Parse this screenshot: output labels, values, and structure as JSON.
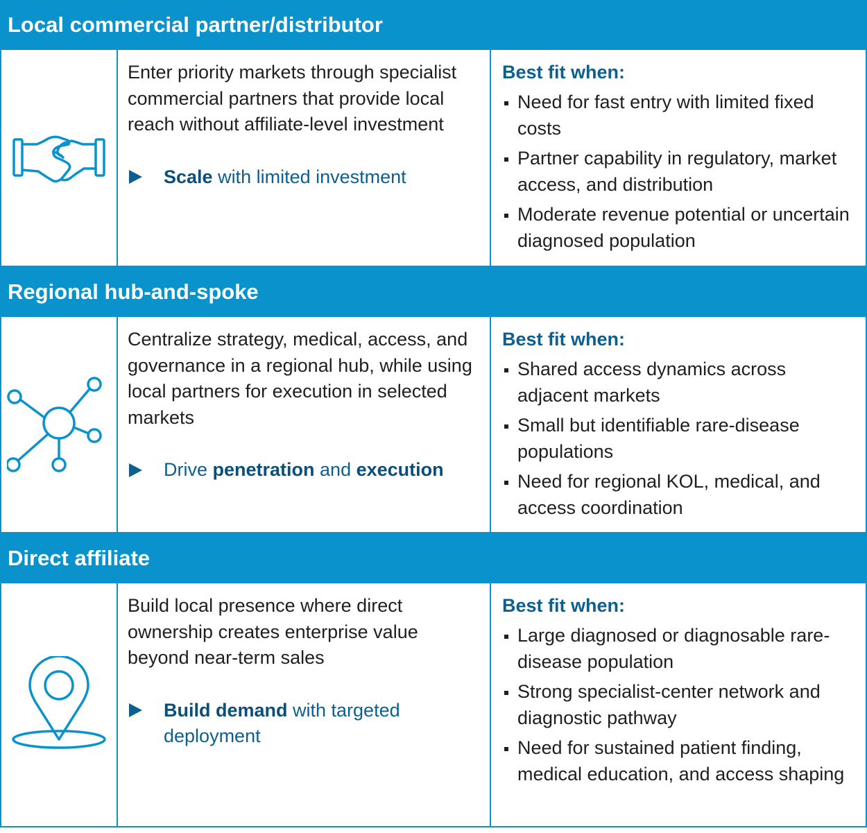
{
  "colors": {
    "accent": "#0a92cc",
    "header_text": "#ffffff",
    "link": "#0c5f8f"
  },
  "sections": [
    {
      "title": "Local commercial partner/distributor",
      "icon": "handshake-icon",
      "description": "Enter priority markets through specialist commercial partners that provide local reach without affiliate-level investment",
      "callout": {
        "segments": [
          {
            "text": "Scale",
            "bold": true
          },
          {
            "text": " with limited investment",
            "bold": false
          }
        ]
      },
      "fit_title": "Best fit when:",
      "fit_items": [
        "Need for fast entry with limited fixed costs",
        "Partner capability in regulatory, market access, and distribution",
        "Moderate revenue potential or uncertain diagnosed population"
      ]
    },
    {
      "title": "Regional hub-and-spoke",
      "icon": "hub-network-icon",
      "description": "Centralize strategy, medical, access, and governance in a regional hub, while using local partners for execution in selected markets",
      "callout": {
        "segments": [
          {
            "text": "Drive ",
            "bold": false
          },
          {
            "text": "penetration",
            "bold": true
          },
          {
            "text": " and ",
            "bold": false
          },
          {
            "text": "execution",
            "bold": true
          }
        ]
      },
      "fit_title": "Best fit when:",
      "fit_items": [
        "Shared access dynamics across adjacent markets",
        "Small but identifiable rare-disease populations",
        "Need for regional KOL, medical, and access coordination"
      ]
    },
    {
      "title": "Direct affiliate",
      "icon": "location-pin-icon",
      "description": "Build local presence where direct ownership creates enterprise value beyond near-term sales",
      "callout": {
        "segments": [
          {
            "text": "Build demand",
            "bold": true
          },
          {
            "text": " with targeted deployment",
            "bold": false
          }
        ]
      },
      "fit_title": "Best fit when:",
      "fit_items": [
        "Large diagnosed or diagnosable rare-disease population",
        "Strong specialist-center network and diagnostic pathway",
        "Need for sustained patient finding, medical education, and access shaping"
      ]
    }
  ]
}
